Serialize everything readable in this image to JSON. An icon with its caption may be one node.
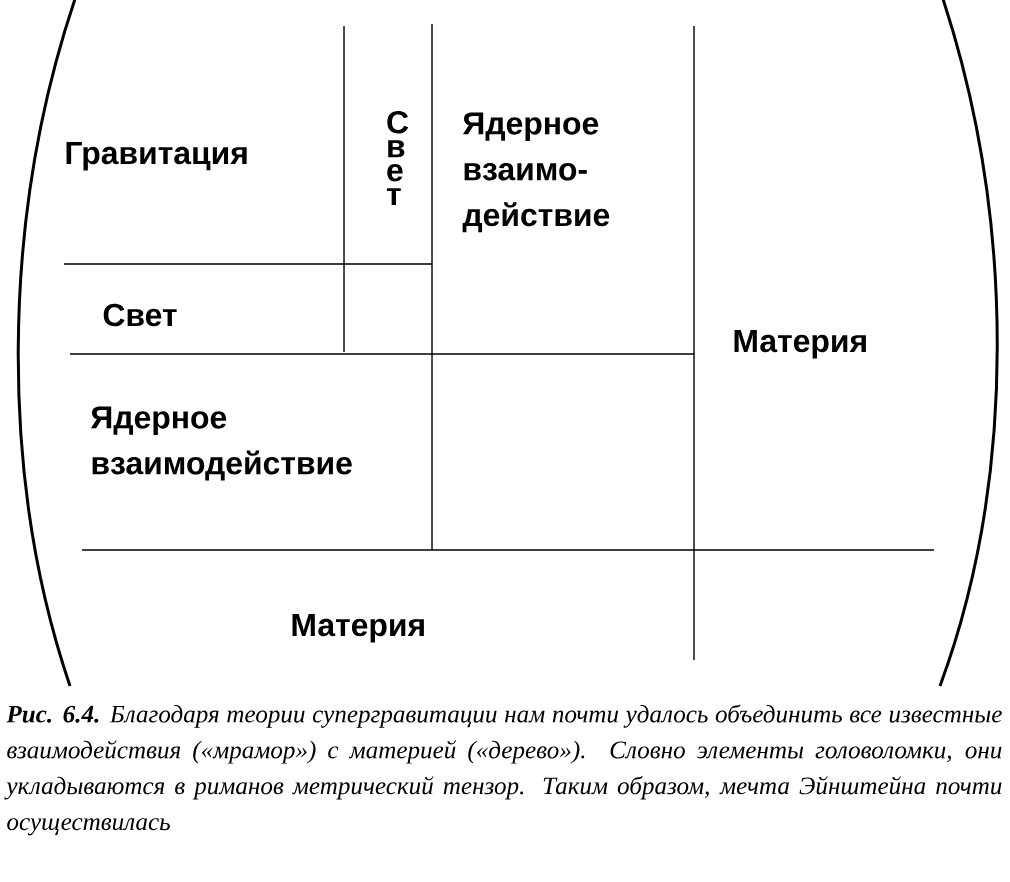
{
  "diagram": {
    "caption": "**Рис. 6.4.** Благодаря теории супергравитации нам почти удалось объединить все известные взаимодействия («мрамор») с материей («дерево»). Словно элементы головоломки, они укладываются в риманов метрический тензор. Таким образом, мечта Эйнштейна почти осуществилась",
    "labels": [
      "Гравитация",
      "Свет",
      "Ядерное взаимо-действие",
      "Свет",
      "Материя",
      "Ядерное взаимодействие",
      "Материя"
    ]
  }
}
